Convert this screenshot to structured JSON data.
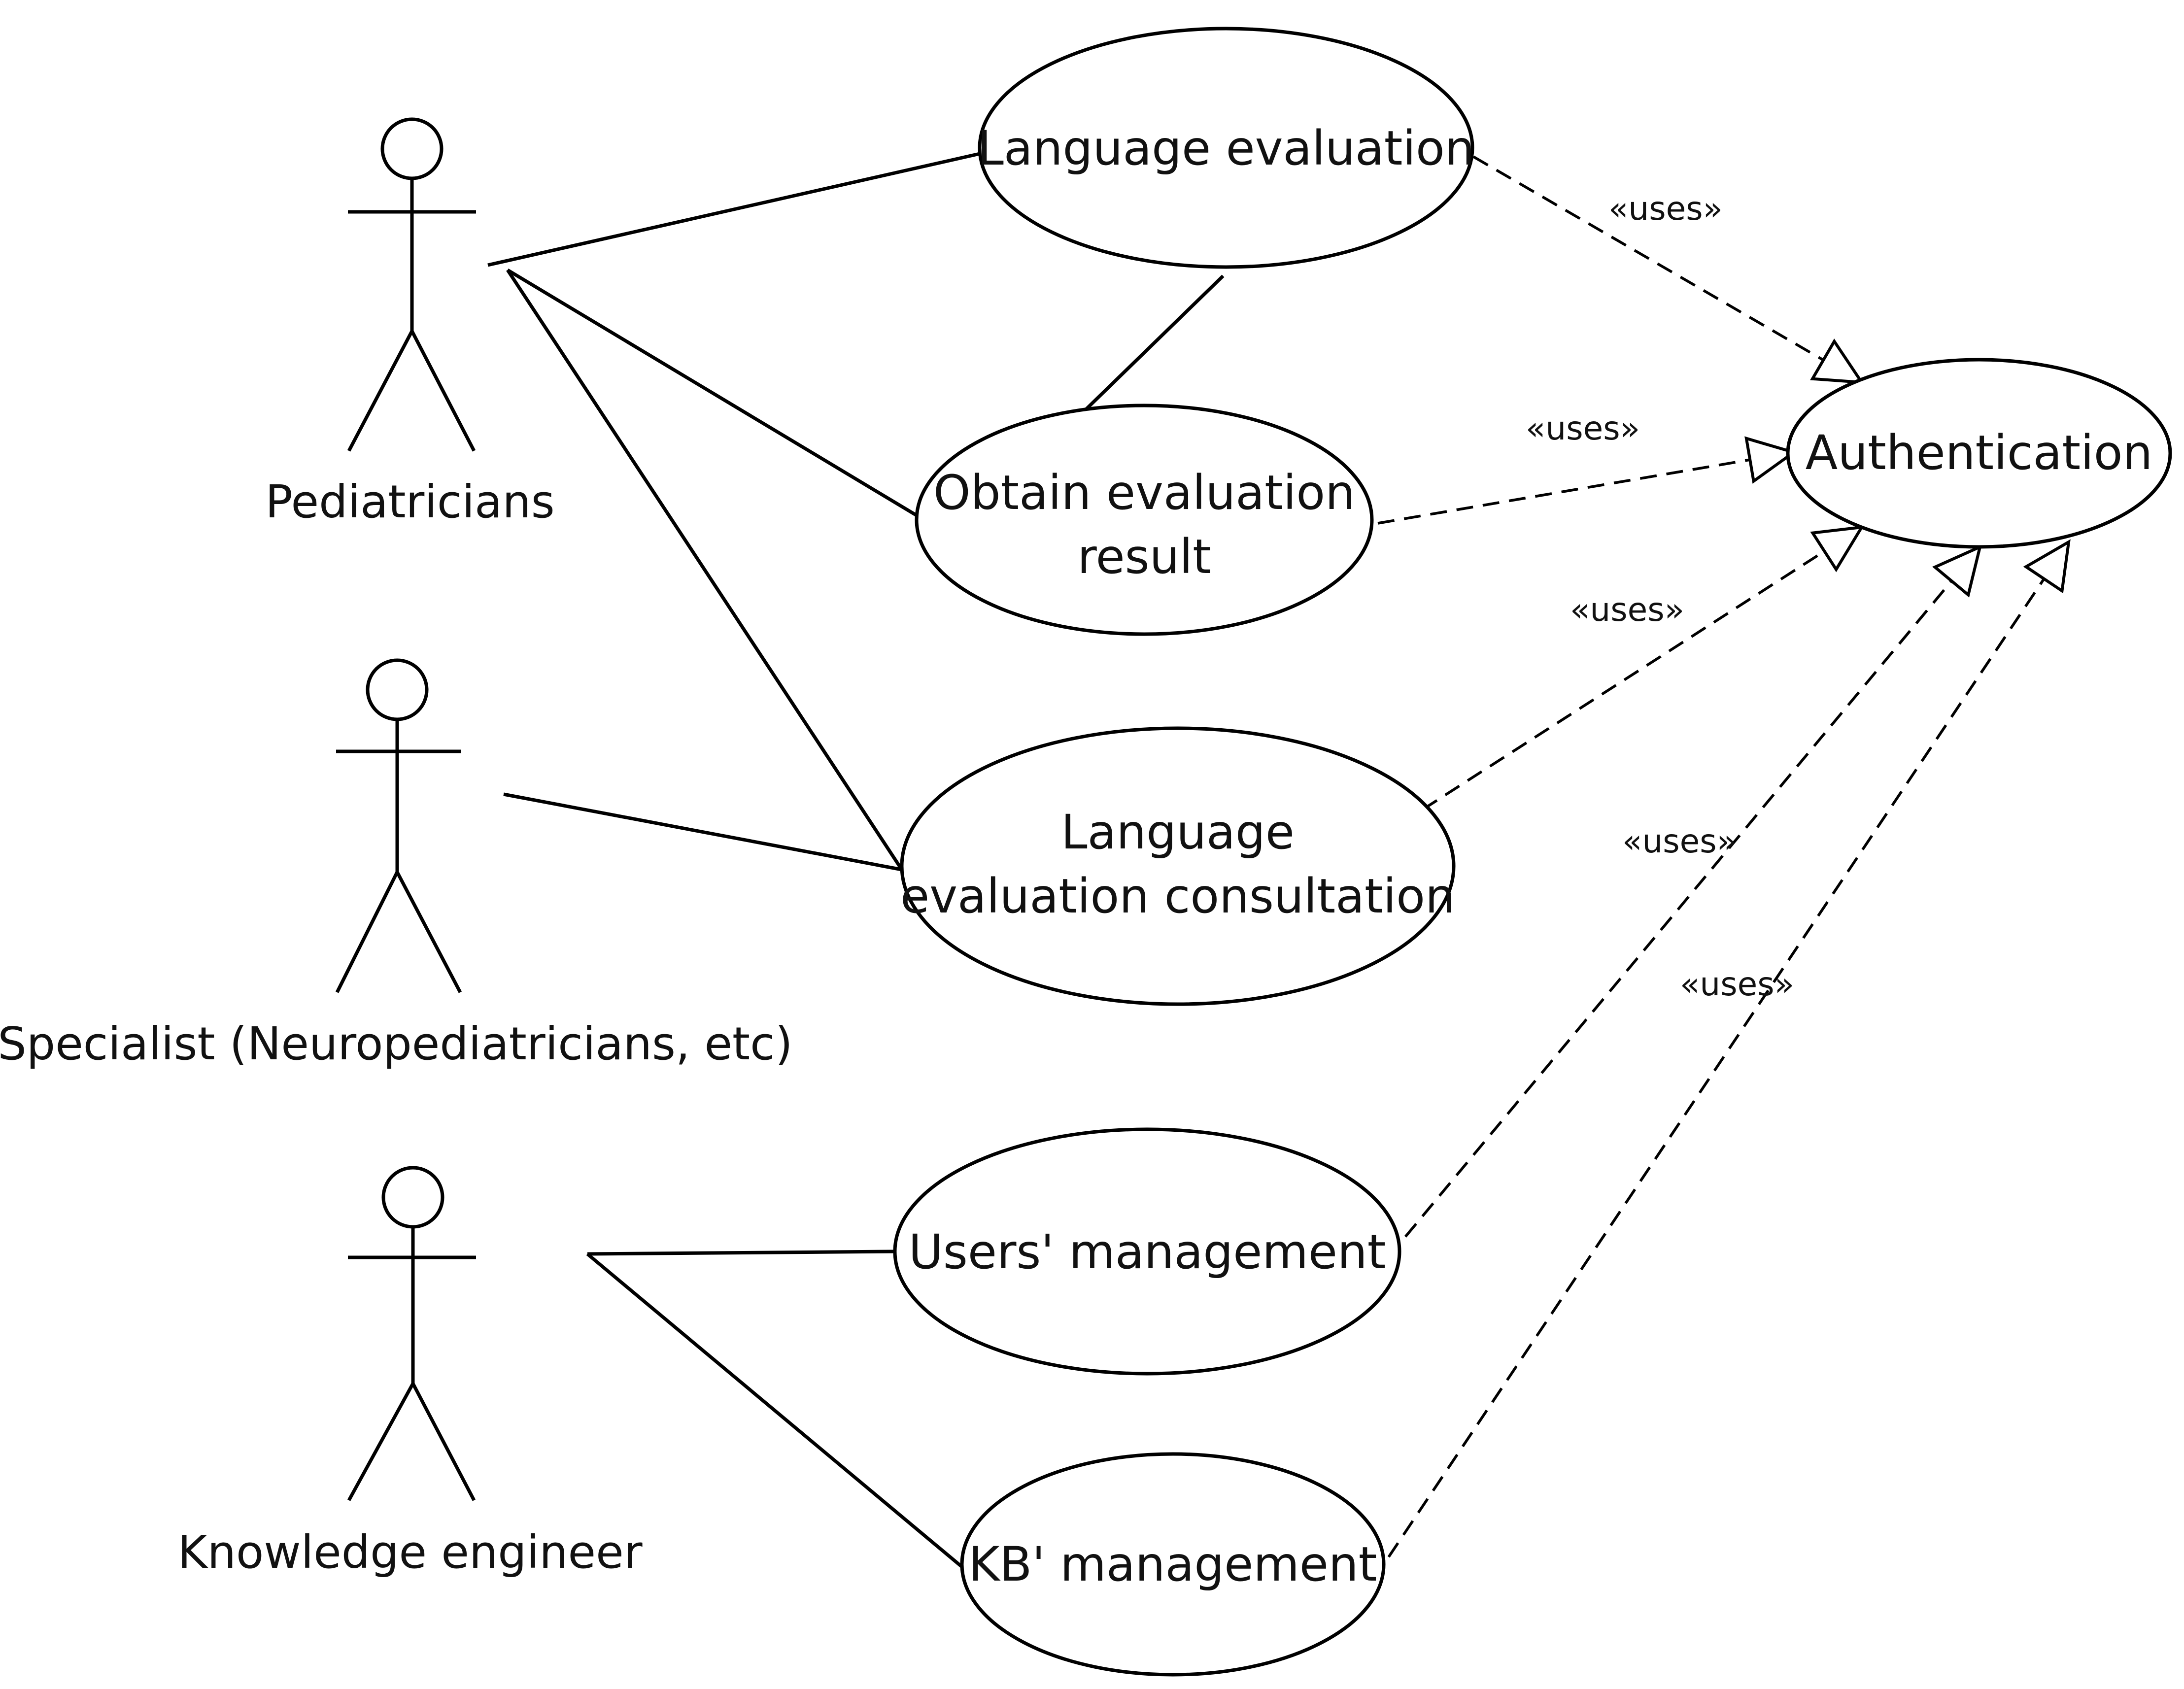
{
  "actors": [
    {
      "id": "pediatricians",
      "label": "Pediatricians"
    },
    {
      "id": "specialist",
      "label": "Specialist (Neuropediatricians, etc)"
    },
    {
      "id": "knowledge_engineer",
      "label": "Knowledge engineer"
    }
  ],
  "use_cases": [
    {
      "id": "language_evaluation",
      "lines": [
        "Language evaluation"
      ]
    },
    {
      "id": "obtain_result",
      "lines": [
        "Obtain evaluation",
        "result"
      ]
    },
    {
      "id": "consultation",
      "lines": [
        "Language",
        "evaluation consultation"
      ]
    },
    {
      "id": "users_management",
      "lines": [
        "Users' management"
      ]
    },
    {
      "id": "kb_management",
      "lines": [
        "KB' management"
      ]
    },
    {
      "id": "authentication",
      "lines": [
        "Authentication"
      ]
    }
  ],
  "associations": [
    {
      "from": "pediatricians",
      "to": "language_evaluation"
    },
    {
      "from": "pediatricians",
      "to": "obtain_result"
    },
    {
      "from": "pediatricians",
      "to": "consultation"
    },
    {
      "from": "language_evaluation",
      "to": "obtain_result"
    },
    {
      "from": "specialist",
      "to": "consultation"
    },
    {
      "from": "knowledge_engineer",
      "to": "users_management"
    },
    {
      "from": "knowledge_engineer",
      "to": "kb_management"
    }
  ],
  "dependencies": [
    {
      "from": "language_evaluation",
      "to": "authentication",
      "label": "«uses»"
    },
    {
      "from": "obtain_result",
      "to": "authentication",
      "label": "«uses»"
    },
    {
      "from": "consultation",
      "to": "authentication",
      "label": "«uses»"
    },
    {
      "from": "users_management",
      "to": "authentication",
      "label": "«uses»"
    },
    {
      "from": "kb_management",
      "to": "authentication",
      "label": "«uses»"
    }
  ]
}
